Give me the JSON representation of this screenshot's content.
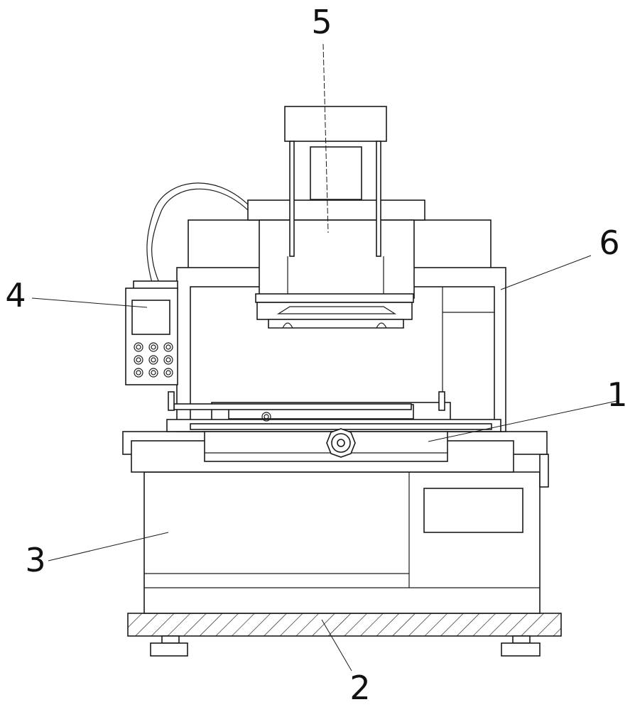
{
  "figure": {
    "labels": {
      "one": "1",
      "two": "2",
      "three": "3",
      "four": "4",
      "five": "5",
      "six": "6"
    },
    "colors": {
      "line": "#1a1a1a",
      "background": "#ffffff"
    },
    "parts": [
      {
        "label": "1",
        "part": "work-table-slide"
      },
      {
        "label": "2",
        "part": "hatched-base-plate"
      },
      {
        "label": "3",
        "part": "lower-cabinet-body"
      },
      {
        "label": "4",
        "part": "control-panel"
      },
      {
        "label": "5",
        "part": "pressing-head-cylinder"
      },
      {
        "label": "6",
        "part": "upper-frame"
      }
    ]
  }
}
